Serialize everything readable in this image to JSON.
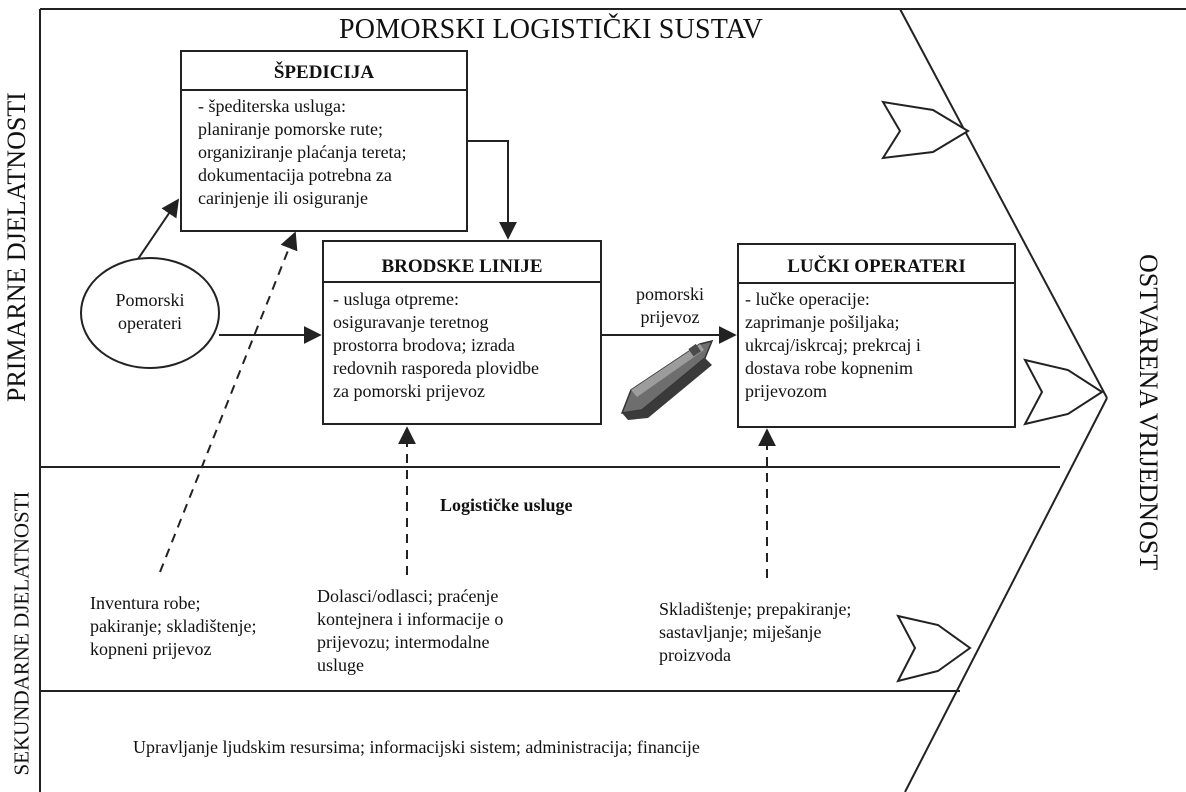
{
  "diagram": {
    "title": "POMORSKI LOGISTIČKI SUSTAV",
    "left_labels": {
      "primary": "PRIMARNE DJELATNOSTI",
      "secondary": "SEKUNDARNE DJELATNOSTI"
    },
    "right_label": "OSTVARENA VRIJEDNOST",
    "boxes": {
      "spedicija": {
        "title": "ŠPEDICIJA",
        "text": "- špediterska usluga:\nplaniranje pomorske rute;\norganiziranje plaćanja tereta;\ndokumentacija potrebna za\ncarinjenje ili osiguranje"
      },
      "brodske_linije": {
        "title": "BRODSKE LINIJE",
        "text": "- usluga otpreme:\nosiguravanje teretnog\nprostorra brodova; izrada\nredovnih rasporeda plovidbe\nza pomorski prijevoz"
      },
      "lucki_operateri": {
        "title": "LUČKI OPERATERI",
        "text": "- lučke operacije:\nzaprimanje pošiljaka;\nukrcaj/iskrcaj; prekrcaj i\ndostava robe kopnenim\nprijevozom"
      }
    },
    "ellipse_label": "Pomorski\noperateri",
    "sea_transport_label": "pomorski\nprijevoz",
    "logistics_label": "Logističke usluge",
    "secondary_texts": {
      "left": "Inventura robe;\npakiranje; skladištenje;\nkopneni prijevoz",
      "middle": "Dolasci/odlasci; praćenje\nkontejnera i informacije o\nprijevozu; intermodalne\nusluge",
      "right": "Skladištenje; prepakiranje;\nsastavljanje; miješanje\nproizvoda"
    },
    "support_text": "Upravljanje ljudskim resursima; informacijski sistem; administracija; financije",
    "icons": [
      "ship-icon",
      "chevron-arrow-icon"
    ]
  }
}
